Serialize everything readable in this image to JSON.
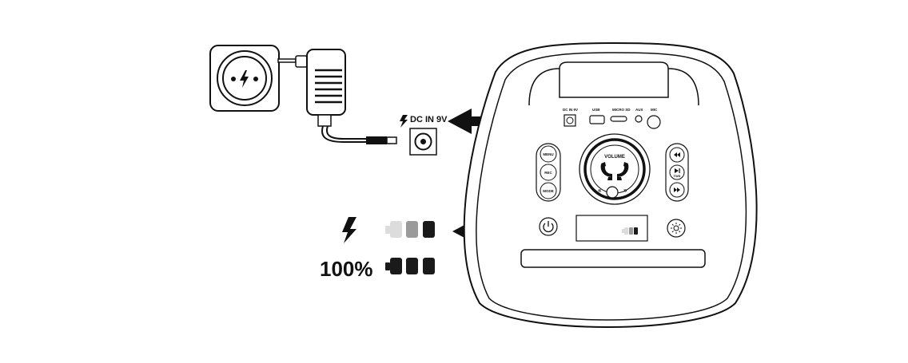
{
  "colors": {
    "ink": "#111111",
    "paper": "#ffffff",
    "battery_light": "#dcdcdc",
    "battery_mid": "#9a9a9a",
    "battery_dark": "#1a1a1a"
  },
  "icons": {
    "wall_socket": "socket-icon",
    "adapter": "power-adapter-icon",
    "charging": "lightning-bolt-icon",
    "battery": "battery-level-icon",
    "power": "power-button-icon",
    "light": "sun-light-icon",
    "logo": "brand-logo-icon"
  },
  "dc_port": {
    "label": "DC IN 9V"
  },
  "charge_status": {
    "percent_label": "100%",
    "charging_levels": 3,
    "full_levels": 3
  },
  "speaker": {
    "port_labels": {
      "dc": "DC IN 9V",
      "usb": "USB",
      "micro_sd": "MICRO SD",
      "aux": "AUX",
      "mic": "MIC"
    },
    "left_buttons": [
      "MENU",
      "REC",
      "MODE"
    ],
    "volume_label": "VOLUME",
    "right_button_label": "TWS"
  }
}
